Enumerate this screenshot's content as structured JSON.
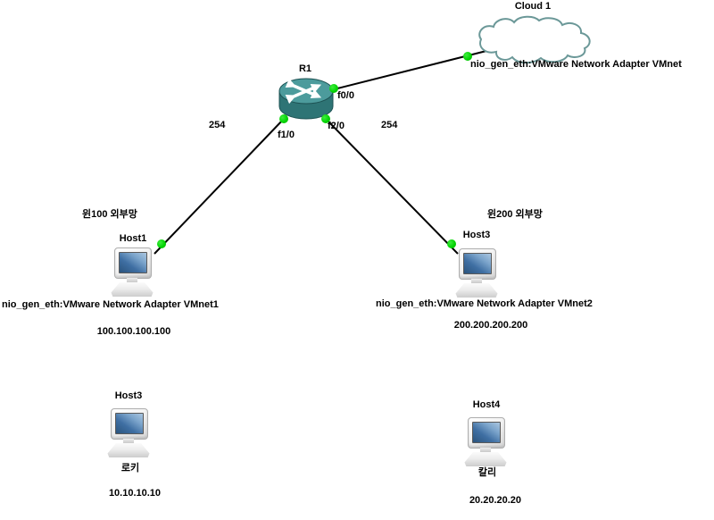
{
  "diagram": {
    "background": "#ffffff",
    "link_color": "#000000",
    "endpoint_dot_color": "#00d000",
    "router_top_color": "#4c9b9c",
    "router_body_color": "#2e7475",
    "cloud_stroke_color": "#6b9898",
    "screen_color": "#3f6fa3"
  },
  "router_r1": {
    "name": "R1",
    "port_f0": "f0/0",
    "port_f1": "f1/0",
    "port_f2": "f2/0"
  },
  "cloud": {
    "name": "Cloud 1",
    "adapter": "nio_gen_eth:VMware Network Adapter VMnet"
  },
  "host1": {
    "name": "Host1",
    "network": "윈100 외부망",
    "adapter": "nio_gen_eth:VMware Network Adapter VMnet1",
    "ip": "100.100.100.100"
  },
  "host3_upper": {
    "name": "Host3",
    "network": "윈200 외부망",
    "adapter": "nio_gen_eth:VMware Network Adapter VMnet2",
    "ip": "200.200.200.200"
  },
  "host3_lower": {
    "name": "Host3",
    "os": "로키",
    "ip": "10.10.10.10"
  },
  "host4": {
    "name": "Host4",
    "os": "칼리",
    "ip": "20.20.20.20"
  },
  "annotations": {
    "hops_left": "254",
    "hops_right": "254"
  }
}
